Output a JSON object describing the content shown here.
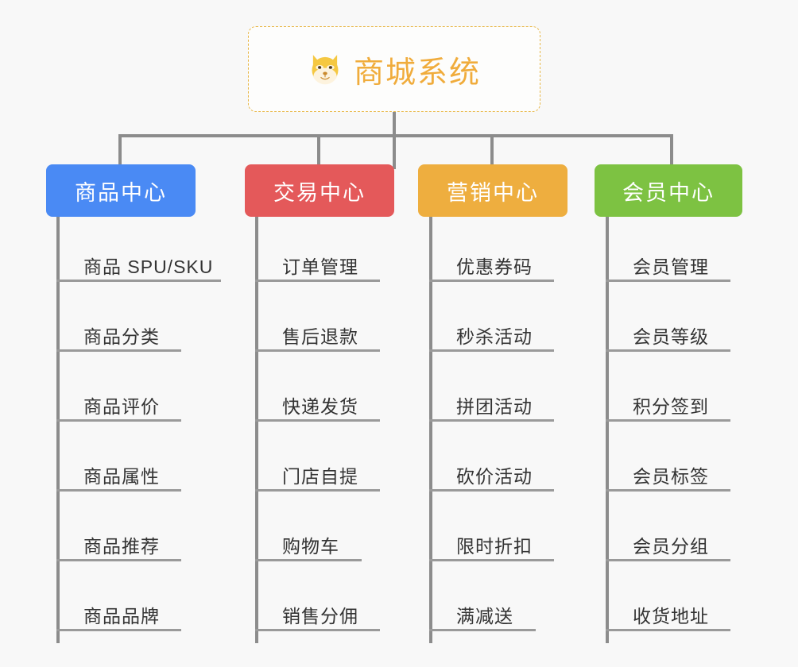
{
  "root": {
    "title": "商城系统",
    "icon": "dog-face-icon",
    "border_color": "#e8b84a",
    "text_color": "#f0ac3c"
  },
  "line_color": "#8c8c8c",
  "background_color": "#f8f8f8",
  "branches": [
    {
      "label": "商品中心",
      "color": "#4a8af4",
      "items": [
        "商品 SPU/SKU",
        "商品分类",
        "商品评价",
        "商品属性",
        "商品推荐",
        "商品品牌"
      ]
    },
    {
      "label": "交易中心",
      "color": "#e4595a",
      "items": [
        "订单管理",
        "售后退款",
        "快递发货",
        "门店自提",
        "购物车",
        "销售分佣"
      ]
    },
    {
      "label": "营销中心",
      "color": "#eeae3f",
      "items": [
        "优惠券码",
        "秒杀活动",
        "拼团活动",
        "砍价活动",
        "限时折扣",
        "满减送"
      ]
    },
    {
      "label": "会员中心",
      "color": "#7dc242",
      "items": [
        "会员管理",
        "会员等级",
        "积分签到",
        "会员标签",
        "会员分组",
        "收货地址"
      ]
    }
  ]
}
